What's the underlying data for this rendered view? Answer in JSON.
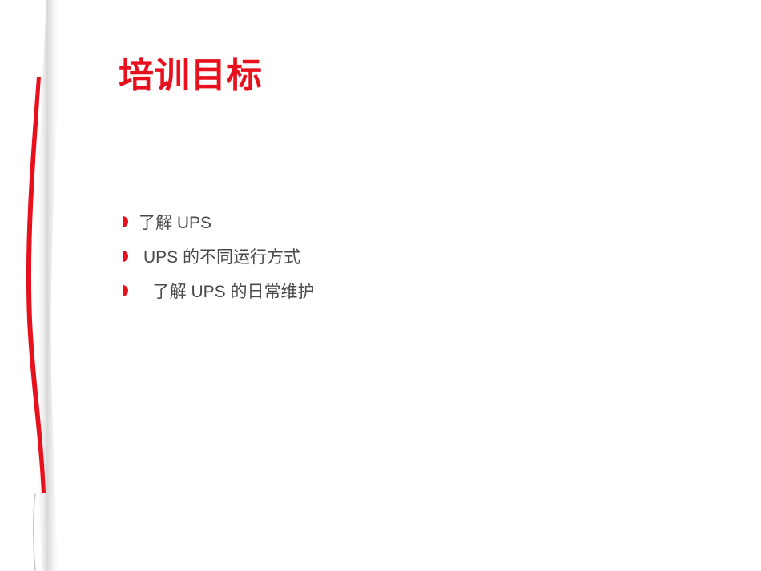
{
  "slide": {
    "title": "培训目标",
    "bullets": [
      {
        "text": "了解 UPS"
      },
      {
        "text": "UPS 的不同运行方式"
      },
      {
        "text": "  了解 UPS 的日常维护"
      }
    ]
  },
  "colors": {
    "accent_red": "#e8101c",
    "body_text": "#4a4a4a",
    "shadow_gray": "#cfcfcf",
    "background": "#ffffff"
  },
  "icons": {
    "bullet": "half-disc-bullet-icon",
    "side_decoration": "red-curved-stripe"
  }
}
